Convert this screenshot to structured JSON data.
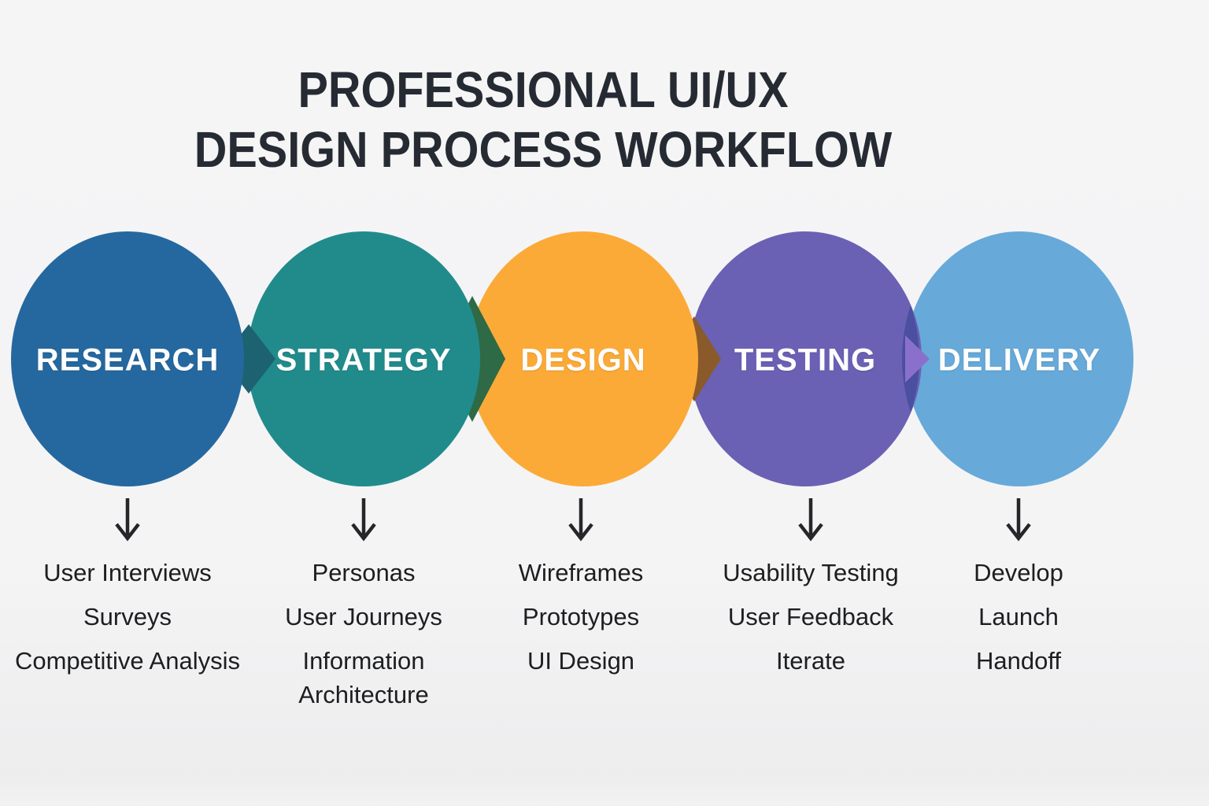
{
  "title": {
    "line1": "PROFESSIONAL UI/UX",
    "line2": "DESIGN PROCESS WORKFLOW"
  },
  "stages": [
    {
      "label": "RESEARCH",
      "color": "#25689f",
      "items": [
        "User Interviews",
        "Surveys",
        "Competitive Analysis"
      ]
    },
    {
      "label": "STRATEGY",
      "color": "#218b8c",
      "items": [
        "Personas",
        "User Journeys",
        "Information Architecture"
      ]
    },
    {
      "label": "DESIGN",
      "color": "#fbaa38",
      "items": [
        "Wireframes",
        "Prototypes",
        "UI Design"
      ]
    },
    {
      "label": "TESTING",
      "color": "#6a61b5",
      "items": [
        "Usability Testing",
        "User Feedback",
        "Iterate"
      ]
    },
    {
      "label": "DELIVERY",
      "color": "#67a9d9",
      "items": [
        "Develop",
        "Launch",
        "Handoff"
      ]
    }
  ],
  "connectors": [
    {
      "between": "research-strategy",
      "color": "#1d6270"
    },
    {
      "between": "strategy-design",
      "color": "#2d6a45"
    },
    {
      "between": "design-testing",
      "color": "#8a5a2b"
    },
    {
      "between": "testing-delivery",
      "lens_color": "#4a4f9f",
      "arrow_color": "#8a70cc"
    }
  ],
  "icons": {
    "stage_arrow": "down-arrow",
    "connector_shape": "chevron-right"
  },
  "palette": {
    "background": "#f4f4f5",
    "title_text": "#262b33",
    "list_text": "#1d1e20",
    "label_text": "#fdfdfd",
    "arrow_stroke": "#26262a"
  }
}
